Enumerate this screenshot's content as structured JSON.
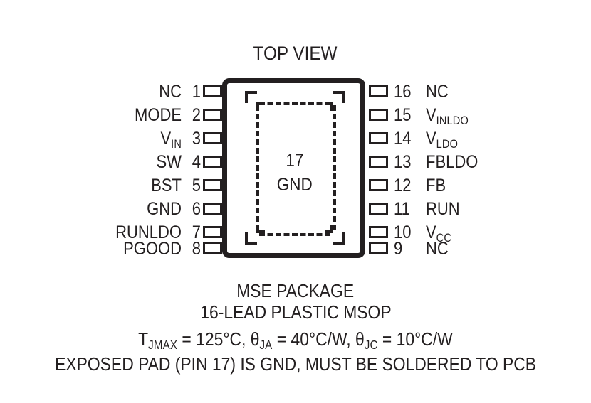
{
  "diagram": {
    "title": "TOP VIEW",
    "package_outline": {
      "body_label_number": "17",
      "body_label_name": "GND"
    },
    "pins_left": [
      {
        "number": "1",
        "name": "NC",
        "sub": ""
      },
      {
        "number": "2",
        "name": "MODE",
        "sub": ""
      },
      {
        "number": "3",
        "name": "V",
        "sub": "IN"
      },
      {
        "number": "4",
        "name": "SW",
        "sub": ""
      },
      {
        "number": "5",
        "name": "BST",
        "sub": ""
      },
      {
        "number": "6",
        "name": "GND",
        "sub": ""
      },
      {
        "number": "7",
        "name": "RUNLDO",
        "sub": ""
      },
      {
        "number": "8",
        "name": "PGOOD",
        "sub": ""
      }
    ],
    "pins_right": [
      {
        "number": "16",
        "name": "NC",
        "sub": ""
      },
      {
        "number": "15",
        "name": "V",
        "sub": "INLDO"
      },
      {
        "number": "14",
        "name": "V",
        "sub": "LDO"
      },
      {
        "number": "13",
        "name": "FBLDO",
        "sub": ""
      },
      {
        "number": "12",
        "name": "FB",
        "sub": ""
      },
      {
        "number": "11",
        "name": "RUN",
        "sub": ""
      },
      {
        "number": "10",
        "name": "V",
        "sub": "CC"
      },
      {
        "number": "9",
        "name": "NC",
        "sub": ""
      }
    ],
    "caption": {
      "package_name": "MSE PACKAGE",
      "lead_count": "16-LEAD PLASTIC MSOP",
      "thermal": {
        "tjmax_symbol": "T",
        "tjmax_sub": "JMAX",
        "tjmax_value": " = 125°C, ",
        "theta_ja_symbol": "θ",
        "theta_ja_sub": "JA",
        "theta_ja_value": " = 40°C/W, ",
        "theta_jc_symbol": "θ",
        "theta_jc_sub": "JC",
        "theta_jc_value": " = 10°C/W"
      },
      "pad_note": "EXPOSED PAD (PIN 17) IS GND, MUST BE SOLDERED TO PCB"
    },
    "colors": {
      "ink": "#231f20",
      "background": "#ffffff"
    }
  }
}
